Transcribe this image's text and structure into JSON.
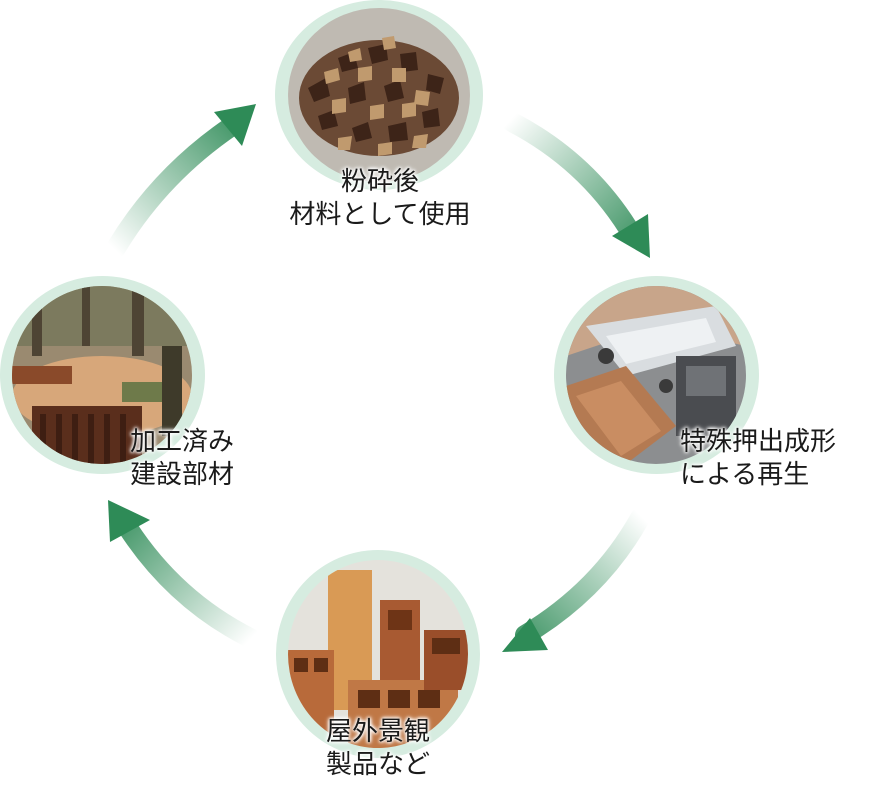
{
  "diagram": {
    "nodes": [
      {
        "id": "crushed",
        "lines": [
          "粉砕後",
          "材料として使用"
        ]
      },
      {
        "id": "extrusion",
        "lines": [
          "特殊押出成形",
          "による再生"
        ]
      },
      {
        "id": "products",
        "lines": [
          "屋外景観",
          "製品など"
        ]
      },
      {
        "id": "building",
        "lines": [
          "加工済み",
          "建設部材"
        ]
      }
    ],
    "colors": {
      "arrow": "#2e8b57",
      "ring": "#d6ece0"
    }
  }
}
